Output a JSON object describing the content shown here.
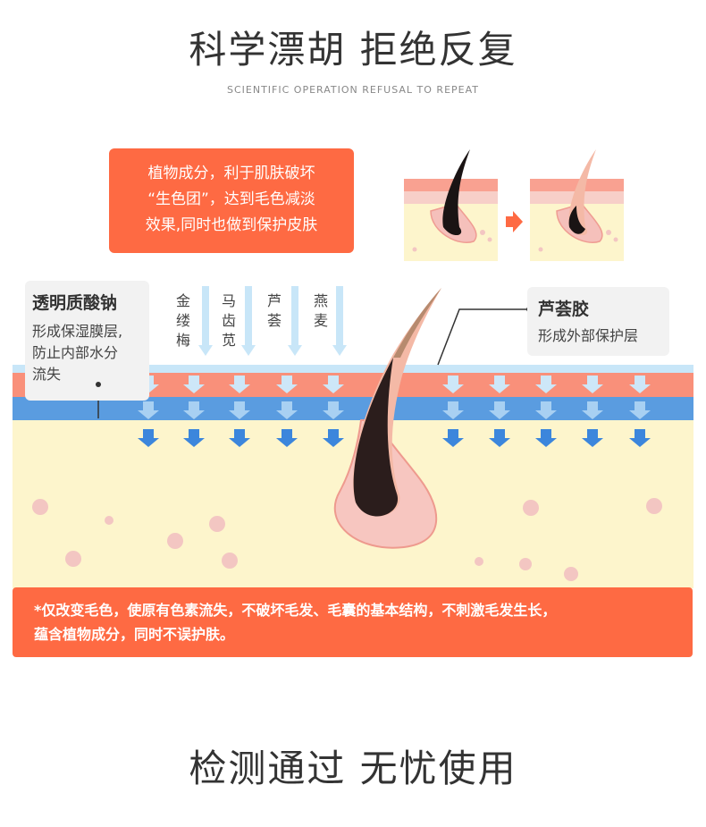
{
  "header": {
    "title": "科学漂胡 拒绝反复",
    "subtitle": "SCIENTIFIC OPERATION REFUSAL TO REPEAT"
  },
  "plant_box": {
    "lines": [
      "植物成分，利于肌肤破坏",
      "“生色团”，达到毛色减淡",
      "效果,同时也做到保护皮肤"
    ]
  },
  "sodium_card": {
    "title": "透明质酸钠",
    "lines": [
      "形成保湿膜层,",
      "防止内部水分",
      "流失"
    ]
  },
  "aloe_card": {
    "title": "芦荟胶",
    "desc": "形成外部保护层"
  },
  "ingredients": [
    {
      "chars": [
        "金",
        "缕",
        "梅"
      ]
    },
    {
      "chars": [
        "马",
        "齿",
        "苋"
      ]
    },
    {
      "chars": [
        "芦",
        "荟"
      ]
    },
    {
      "chars": [
        "燕",
        "麦"
      ]
    }
  ],
  "bottom_note": {
    "lines": [
      "*仅改变毛色，使原有色素流失，不破坏毛发、毛囊的基本结构，不刺激毛发生长，",
      "蕴含植物成分，同时不误护肤。"
    ]
  },
  "footer": {
    "title": "检测通过 无忧使用"
  },
  "colors": {
    "accent": "#fe6a43",
    "skin_yellow": "#fdf5cc",
    "blue_layer": "#5a9ce0",
    "light_blue_layer": "#c8e6f8",
    "pink_layer": "#f9907a",
    "arrow_blue": "#3c86dc"
  }
}
